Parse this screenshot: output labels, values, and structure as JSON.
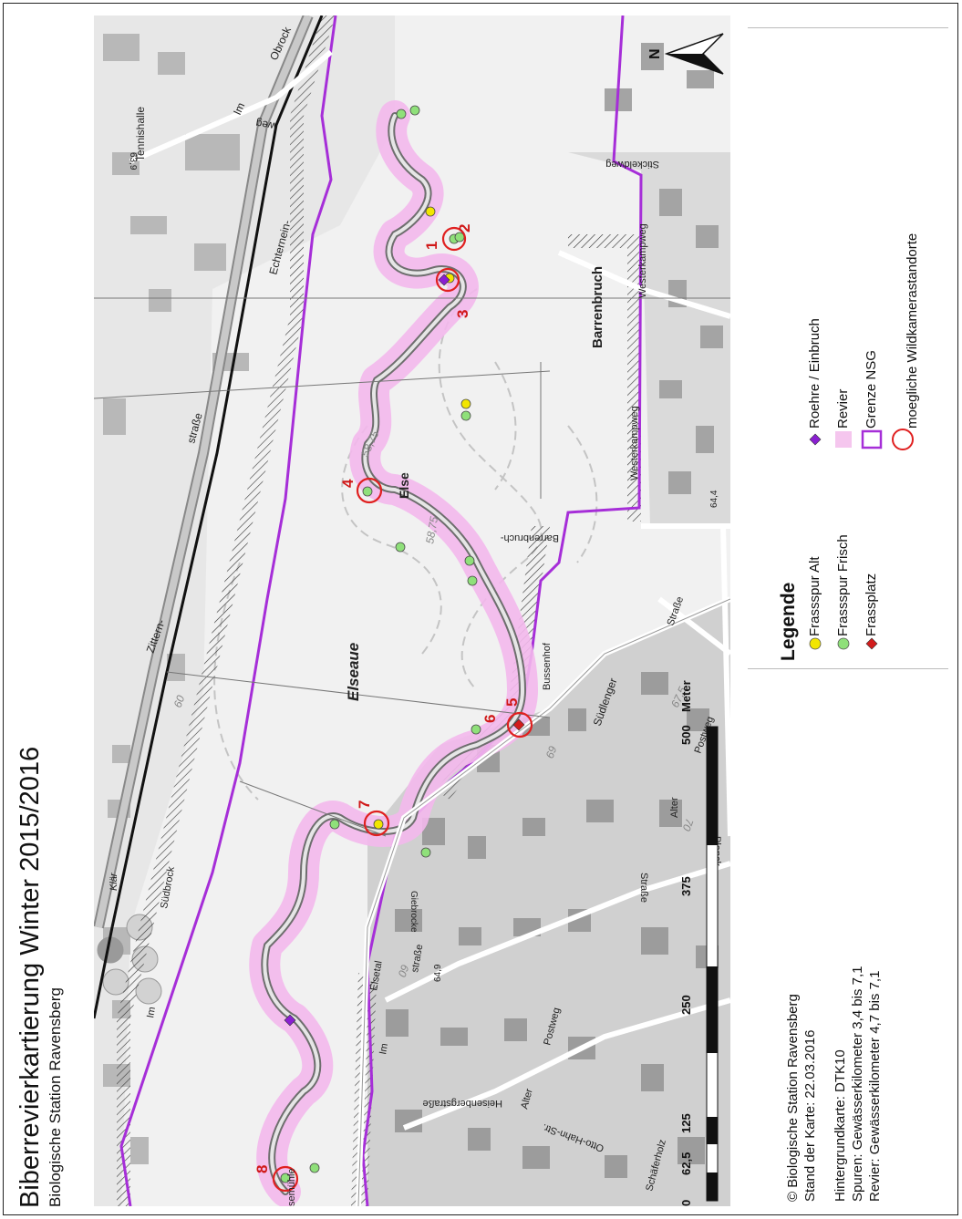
{
  "title": "Biberrevierkartierung Winter 2015/2016",
  "subtitle": "Biologische Station Ravensberg",
  "legend": {
    "heading": "Legende",
    "items": [
      {
        "label": "Frassspur Alt",
        "symbol": "yellow-dot",
        "color": "#f2e600"
      },
      {
        "label": "Frassspur Frisch",
        "symbol": "green-dot",
        "color": "#8fe07a"
      },
      {
        "label": "Frassplatz",
        "symbol": "red-diamond",
        "color": "#d21c1c"
      },
      {
        "label": "Roehre / Einbruch",
        "symbol": "purple-diamond",
        "color": "#8a1fd1"
      },
      {
        "label": "Revier",
        "symbol": "pink-area",
        "color": "#f5c6ee"
      },
      {
        "label": "Grenze NSG",
        "symbol": "purple-outline",
        "color": "#a62ed8"
      },
      {
        "label": "moegliche Wildkamerastandorte",
        "symbol": "red-ring",
        "color": "#e02020"
      }
    ]
  },
  "credits": {
    "copyright": "© Biologische Station Ravensberg",
    "date": "Stand der Karte: 22.03.2016",
    "basemap": "Hintergrundkarte: DTK10",
    "tracks": "Spuren: Gewässerkilometer 3,4 bis 7,1",
    "territory": "Revier: Gewässerkilometer 4,7 bis 7,1"
  },
  "scale": {
    "ticks": [
      "0",
      "62,5",
      "125",
      "250",
      "375",
      "500"
    ],
    "unit": "Meter"
  },
  "north": "N",
  "camera_numbers": [
    "1",
    "2",
    "3",
    "4",
    "5",
    "6",
    "7",
    "8"
  ],
  "map_labels": {
    "elseaue": "Elseaue",
    "barrenbruch": "Barrenbruch",
    "else": "Else",
    "zittern": "Zittern-",
    "strasse": "straße",
    "echterhein": "Echternein-",
    "tennishalle": "Tennishalle",
    "im": "Im",
    "obrock": "Obrock",
    "weg": "weg",
    "westerkampweg": "Westerkampweg",
    "westerkampweg2": "Westerkampweg",
    "stickeldweg": "Stickeldweg",
    "barrenbruchweg": "Barrenbruch-",
    "bussenhof": "Bussenhof",
    "suedlenger": "Südlenger",
    "strasse2": "Straße",
    "postweg": "Postweg",
    "alter": "Alter",
    "elsetal": "Elsetal",
    "im2": "Im",
    "strasse3": "straße",
    "klaer": "Klär",
    "suedbrock": "Südbrock",
    "im3": "Im",
    "muehle": "semühle",
    "heisenberg": "Heisenbergstraße",
    "ottohahn": "Otto-Hahn-Str.",
    "schaeferholz": "Schäferholz",
    "planck": "Planck-",
    "alter2": "Alter",
    "postweg2": "Postweg",
    "strasse4": "Straße",
    "giebrocke": "Giebrocke",
    "h1": "63,9",
    "h2": "64,4",
    "h3": "64,9",
    "c1": "60",
    "c2": "58,75",
    "c3": "58,75",
    "c4": "67,5",
    "c5": "70",
    "c6": "60",
    "c7": "69"
  }
}
